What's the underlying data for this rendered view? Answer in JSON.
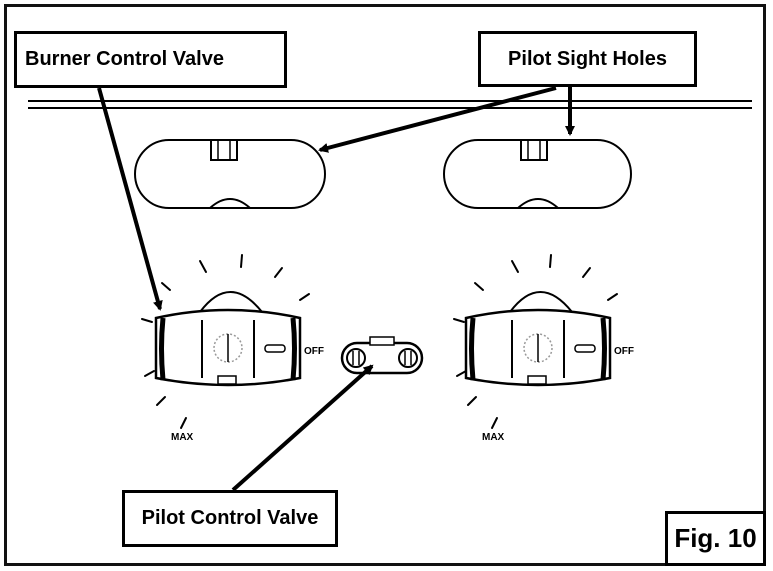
{
  "labels": {
    "burner_control_valve": "Burner Control Valve",
    "pilot_sight_holes": "Pilot Sight Holes",
    "pilot_control_valve": "Pilot Control Valve",
    "figure": "Fig. 10"
  },
  "dial_markings": {
    "left": {
      "off": "OFF",
      "max": "MAX"
    },
    "right": {
      "off": "OFF",
      "max": "MAX"
    }
  }
}
